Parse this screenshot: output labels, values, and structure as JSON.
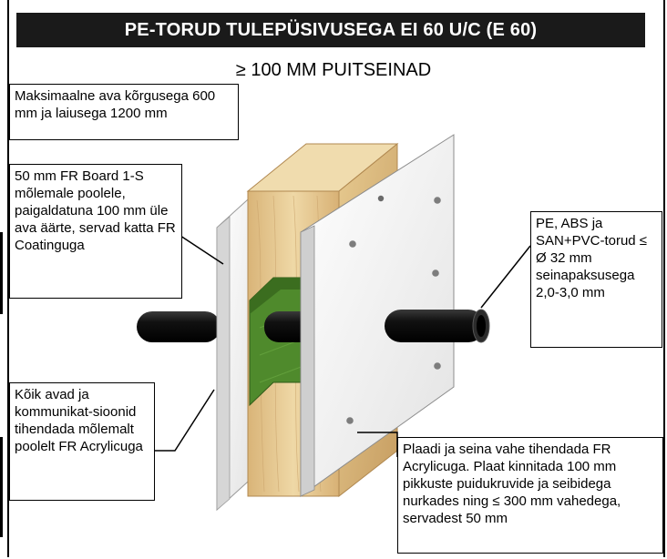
{
  "title": "PE-TORUD TULEPÜSIVUSEGA EI 60 U/C (E 60)",
  "subtitle": "≥ 100 MM PUITSEINAD",
  "labels": {
    "opening": "Maksimaalne ava kõrgusega 600 mm ja laiusega 1200 mm",
    "board": "50 mm FR Board 1-S mõlemale poolele, paigaldatuna 100 mm üle ava äärte, servad katta FR Coatinguga",
    "pipes": "PE, ABS ja SAN+PVC-torud ≤ Ø 32 mm seinapaksusega 2,0-3,0 mm",
    "seal": "Kõik avad ja kommunikat-sioonid tihendada mõlemalt poolelt FR Acrylicuga",
    "fixing": "Plaadi ja seina vahe tihendada FR Acrylicuga. Plaat kinnitada 100 mm pikkuste puidukruvide ja seibidega nurkades ning ≤ 300 mm vahedega, servadest 50 mm"
  },
  "colors": {
    "title_bg": "#1a1a1a",
    "wood": "#e8cf9c",
    "board": "#f4f4f4",
    "filler": "#4f8a2c",
    "pipe": "#151515"
  }
}
